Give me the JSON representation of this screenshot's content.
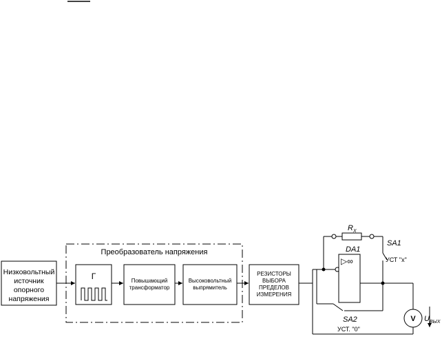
{
  "header_mark": "",
  "converter_title": "Преобразователь напряжения",
  "source_block": [
    "Низковольтный",
    "источник",
    "опорного",
    "напряжения"
  ],
  "generator_block": "Г",
  "transformer_block": [
    "Повышающий",
    "трансформатор"
  ],
  "rectifier_block": [
    "Высоковольтный",
    "выпрямитель"
  ],
  "resistors_block": [
    "РЕЗИСТОРЫ",
    "ВЫБОРА",
    "ПРЕДЕЛОВ",
    "ИЗМЕРЕНИЯ"
  ],
  "rx_label": "R",
  "rx_sub": "X",
  "da1_label": "DA1",
  "opamp_symbol": "▷∞",
  "sa1_label": "SA1",
  "sa1_mode": "УСТ \"x\"",
  "sa2_label": "SA2",
  "sa2_mode": "УСТ. \"0\"",
  "voltmeter_symbol": "V",
  "uout_label": "U",
  "uout_sub": "ВЫХ"
}
